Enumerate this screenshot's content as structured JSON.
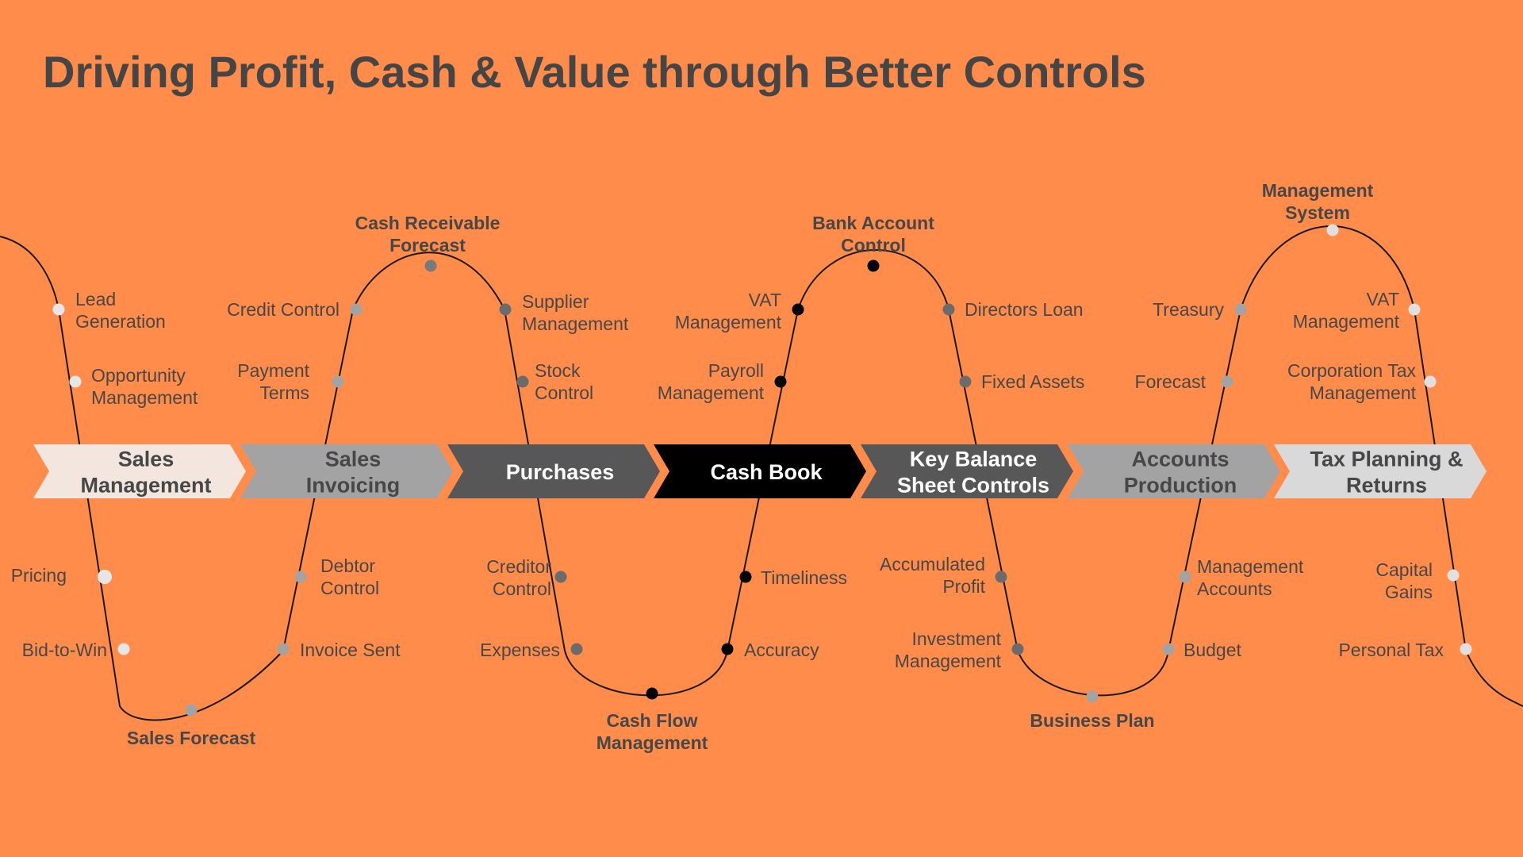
{
  "title": "Driving Profit, Cash & Value through Better Controls",
  "colors": {
    "background": "#FF8C4A",
    "text": "#474747",
    "curve": "#1A1A1A"
  },
  "stages": [
    {
      "lines": [
        "Sales",
        "Management"
      ],
      "fill": "#F2E6DE",
      "text_color": "#474747"
    },
    {
      "lines": [
        "Sales",
        "Invoicing"
      ],
      "fill": "#A3A3A3",
      "text_color": "#474747"
    },
    {
      "lines": [
        "Purchases"
      ],
      "fill": "#575757",
      "text_color": "#FFFFFF"
    },
    {
      "lines": [
        "Cash Book"
      ],
      "fill": "#000000",
      "text_color": "#FFFFFF"
    },
    {
      "lines": [
        "Key Balance",
        "Sheet Controls"
      ],
      "fill": "#575757",
      "text_color": "#FFFFFF"
    },
    {
      "lines": [
        "Accounts",
        "Production"
      ],
      "fill": "#A3A3A3",
      "text_color": "#474747"
    },
    {
      "lines": [
        "Tax Planning &",
        "Returns"
      ],
      "fill": "#D9D9D9",
      "text_color": "#474747"
    }
  ],
  "nodes": [
    {
      "lines": [
        "Lead",
        "Generation"
      ],
      "dot": "#E6E6E6"
    },
    {
      "lines": [
        "Opportunity",
        "Management"
      ],
      "dot": "#E6E6E6"
    },
    {
      "lines": [
        "Pricing"
      ],
      "dot": "#E6E6E6"
    },
    {
      "lines": [
        "Bid-to-Win"
      ],
      "dot": "#E6E6E6"
    },
    {
      "lines": [
        "Sales Forecast"
      ],
      "dot": "#A3A3A3",
      "bold": true
    },
    {
      "lines": [
        "Credit Control"
      ],
      "dot": "#A3A3A3"
    },
    {
      "lines": [
        "Payment",
        "Terms"
      ],
      "dot": "#A3A3A3"
    },
    {
      "lines": [
        "Cash Receivable",
        "Forecast"
      ],
      "dot": "#7A7A7A",
      "bold": true
    },
    {
      "lines": [
        "Debtor",
        "Control"
      ],
      "dot": "#A3A3A3"
    },
    {
      "lines": [
        "Invoice Sent"
      ],
      "dot": "#A3A3A3"
    },
    {
      "lines": [
        "Supplier",
        "Management"
      ],
      "dot": "#6B6B6B"
    },
    {
      "lines": [
        "Stock",
        "Control"
      ],
      "dot": "#6B6B6B"
    },
    {
      "lines": [
        "Creditor",
        "Control"
      ],
      "dot": "#6B6B6B"
    },
    {
      "lines": [
        "Expenses"
      ],
      "dot": "#6B6B6B"
    },
    {
      "lines": [
        "Cash Flow",
        "Management"
      ],
      "dot": "#000000",
      "bold": true
    },
    {
      "lines": [
        "VAT",
        "Management"
      ],
      "dot": "#000000"
    },
    {
      "lines": [
        "Payroll",
        "Management"
      ],
      "dot": "#000000"
    },
    {
      "lines": [
        "Timeliness"
      ],
      "dot": "#000000"
    },
    {
      "lines": [
        "Accuracy"
      ],
      "dot": "#000000"
    },
    {
      "lines": [
        "Bank Account",
        "Control"
      ],
      "dot": "#000000",
      "bold": true
    },
    {
      "lines": [
        "Directors Loan"
      ],
      "dot": "#6B6B6B"
    },
    {
      "lines": [
        "Fixed Assets"
      ],
      "dot": "#6B6B6B"
    },
    {
      "lines": [
        "Accumulated",
        "Profit"
      ],
      "dot": "#6B6B6B"
    },
    {
      "lines": [
        "Investment",
        "Management"
      ],
      "dot": "#6B6B6B"
    },
    {
      "lines": [
        "Business Plan"
      ],
      "dot": "#A3A3A3",
      "bold": true
    },
    {
      "lines": [
        "Treasury"
      ],
      "dot": "#A3A3A3"
    },
    {
      "lines": [
        "Forecast"
      ],
      "dot": "#A3A3A3"
    },
    {
      "lines": [
        "Management",
        "Accounts"
      ],
      "dot": "#A3A3A3"
    },
    {
      "lines": [
        "Budget"
      ],
      "dot": "#A3A3A3"
    },
    {
      "lines": [
        "Management",
        "System"
      ],
      "dot": "#E0E0E0",
      "bold": true
    },
    {
      "lines": [
        "VAT",
        "Management"
      ],
      "dot": "#E0E0E0"
    },
    {
      "lines": [
        "Corporation Tax",
        "Management"
      ],
      "dot": "#E0E0E0"
    },
    {
      "lines": [
        "Capital",
        "Gains"
      ],
      "dot": "#E0E0E0"
    },
    {
      "lines": [
        "Personal Tax"
      ],
      "dot": "#E0E0E0"
    }
  ]
}
